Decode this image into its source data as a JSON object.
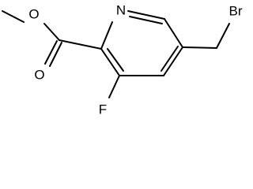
{
  "molecule": {
    "atom_labels": {
      "ring_nitrogen": "N",
      "carbonyl_oxygen": "O",
      "ester_oxygen": "O",
      "fluorine": "F",
      "bromine": "Br"
    }
  }
}
